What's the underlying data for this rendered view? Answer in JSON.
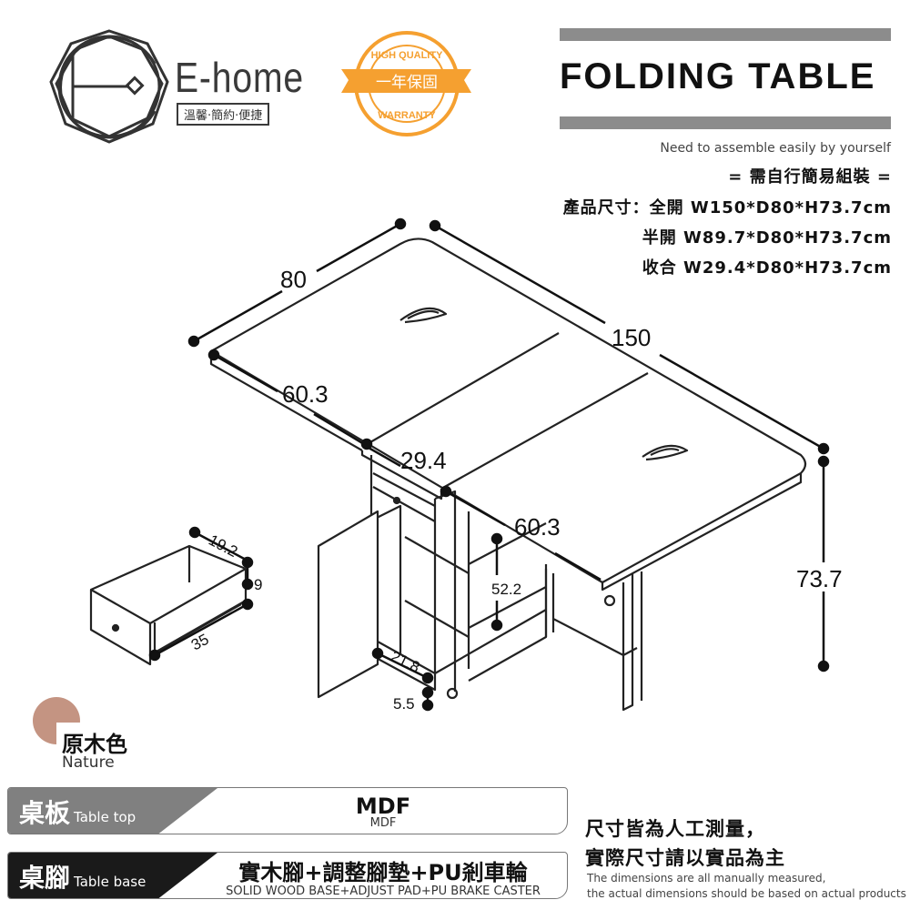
{
  "brand": {
    "name": "E-home",
    "slogan": "溫馨·簡約·便捷"
  },
  "badge": {
    "top_text": "HIGH QUALITY",
    "ribbon": "一年保固",
    "bottom_text": "WARRANTY",
    "color": "#f5a030"
  },
  "header": {
    "title": "FOLDING TABLE"
  },
  "specs": {
    "assemble_en": "Need to assemble easily by yourself",
    "assemble_zh": "= 需自行簡易組裝 =",
    "full": "產品尺寸：全開 W150*D80*H73.7cm",
    "half": "半開 W89.7*D80*H73.7cm",
    "folded": "收合 W29.4*D80*H73.7cm"
  },
  "dimensions": {
    "depth": "80",
    "width": "150",
    "leaf_left": "60.3",
    "middle": "29.4",
    "leaf_right": "60.3",
    "height": "73.7",
    "shelf": "52.2",
    "drawer_w": "19.2",
    "drawer_h": "9",
    "drawer_d": "35",
    "bottom": "21.8",
    "caster": "5.5"
  },
  "color": {
    "zh": "原木色",
    "en": "Nature",
    "swatch": "#c49482"
  },
  "materials": [
    {
      "zh": "桌板",
      "en": "Table top",
      "value": "MDF",
      "value_en": "MDF",
      "tab_color": "#808080"
    },
    {
      "zh": "桌腳",
      "en": "Table base",
      "value": "實木腳+調整腳墊+PU剎車輪",
      "value_en": "SOLID WOOD BASE+ADJUST PAD+PU BRAKE CASTER",
      "tab_color": "#1a1a1a"
    }
  ],
  "note": {
    "line1": "尺寸皆為人工測量，",
    "line2": "實際尺寸請以實品為主",
    "en1": "The dimensions are all manually measured,",
    "en2": "the actual dimensions should be based on actual products"
  }
}
